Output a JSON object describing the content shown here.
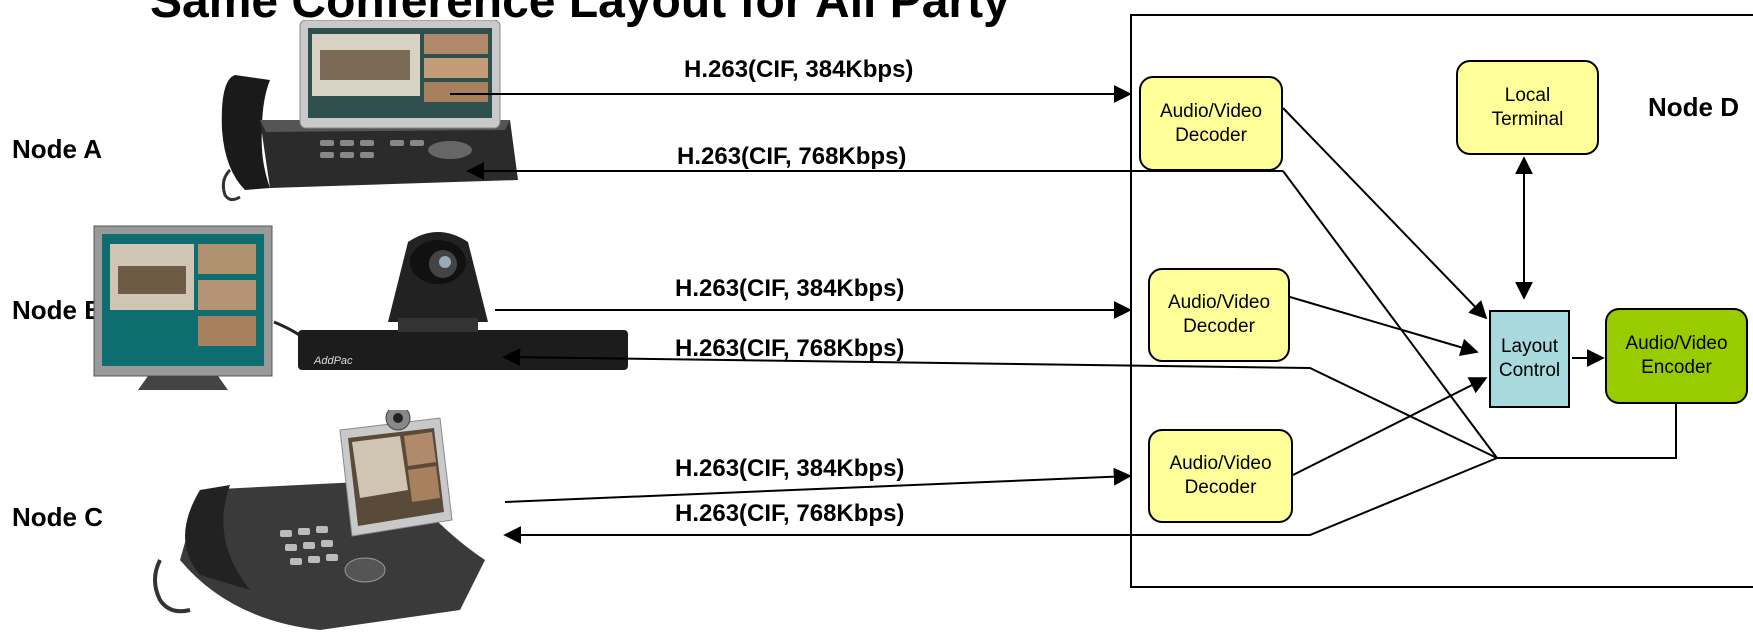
{
  "title": "Same Conference Layout for All Party",
  "nodes": {
    "a": "Node A",
    "b": "Node B",
    "c": "Node C",
    "d": "Node D"
  },
  "links": {
    "a_in": "H.263(CIF, 384Kbps)",
    "a_out": "H.263(CIF, 768Kbps)",
    "b_in": "H.263(CIF, 384Kbps)",
    "b_out": "H.263(CIF, 768Kbps)",
    "c_in": "H.263(CIF, 384Kbps)",
    "c_out": "H.263(CIF, 768Kbps)"
  },
  "boxes": {
    "decoder_a": "Audio/Video\nDecoder",
    "decoder_b": "Audio/Video\nDecoder",
    "decoder_c": "Audio/Video\nDecoder",
    "local_terminal": "Local\nTerminal",
    "layout_control": "Layout\nControl",
    "encoder": "Audio/Video\nEncoder"
  },
  "brand": {
    "logo_text": "AddPac"
  },
  "colors": {
    "decoder": "#ffff99",
    "encoder": "#99cc00",
    "layout_control": "#a7d9dd"
  },
  "devices": [
    "videophone-a-image",
    "tv-camera-b-image",
    "videophone-c-image"
  ]
}
